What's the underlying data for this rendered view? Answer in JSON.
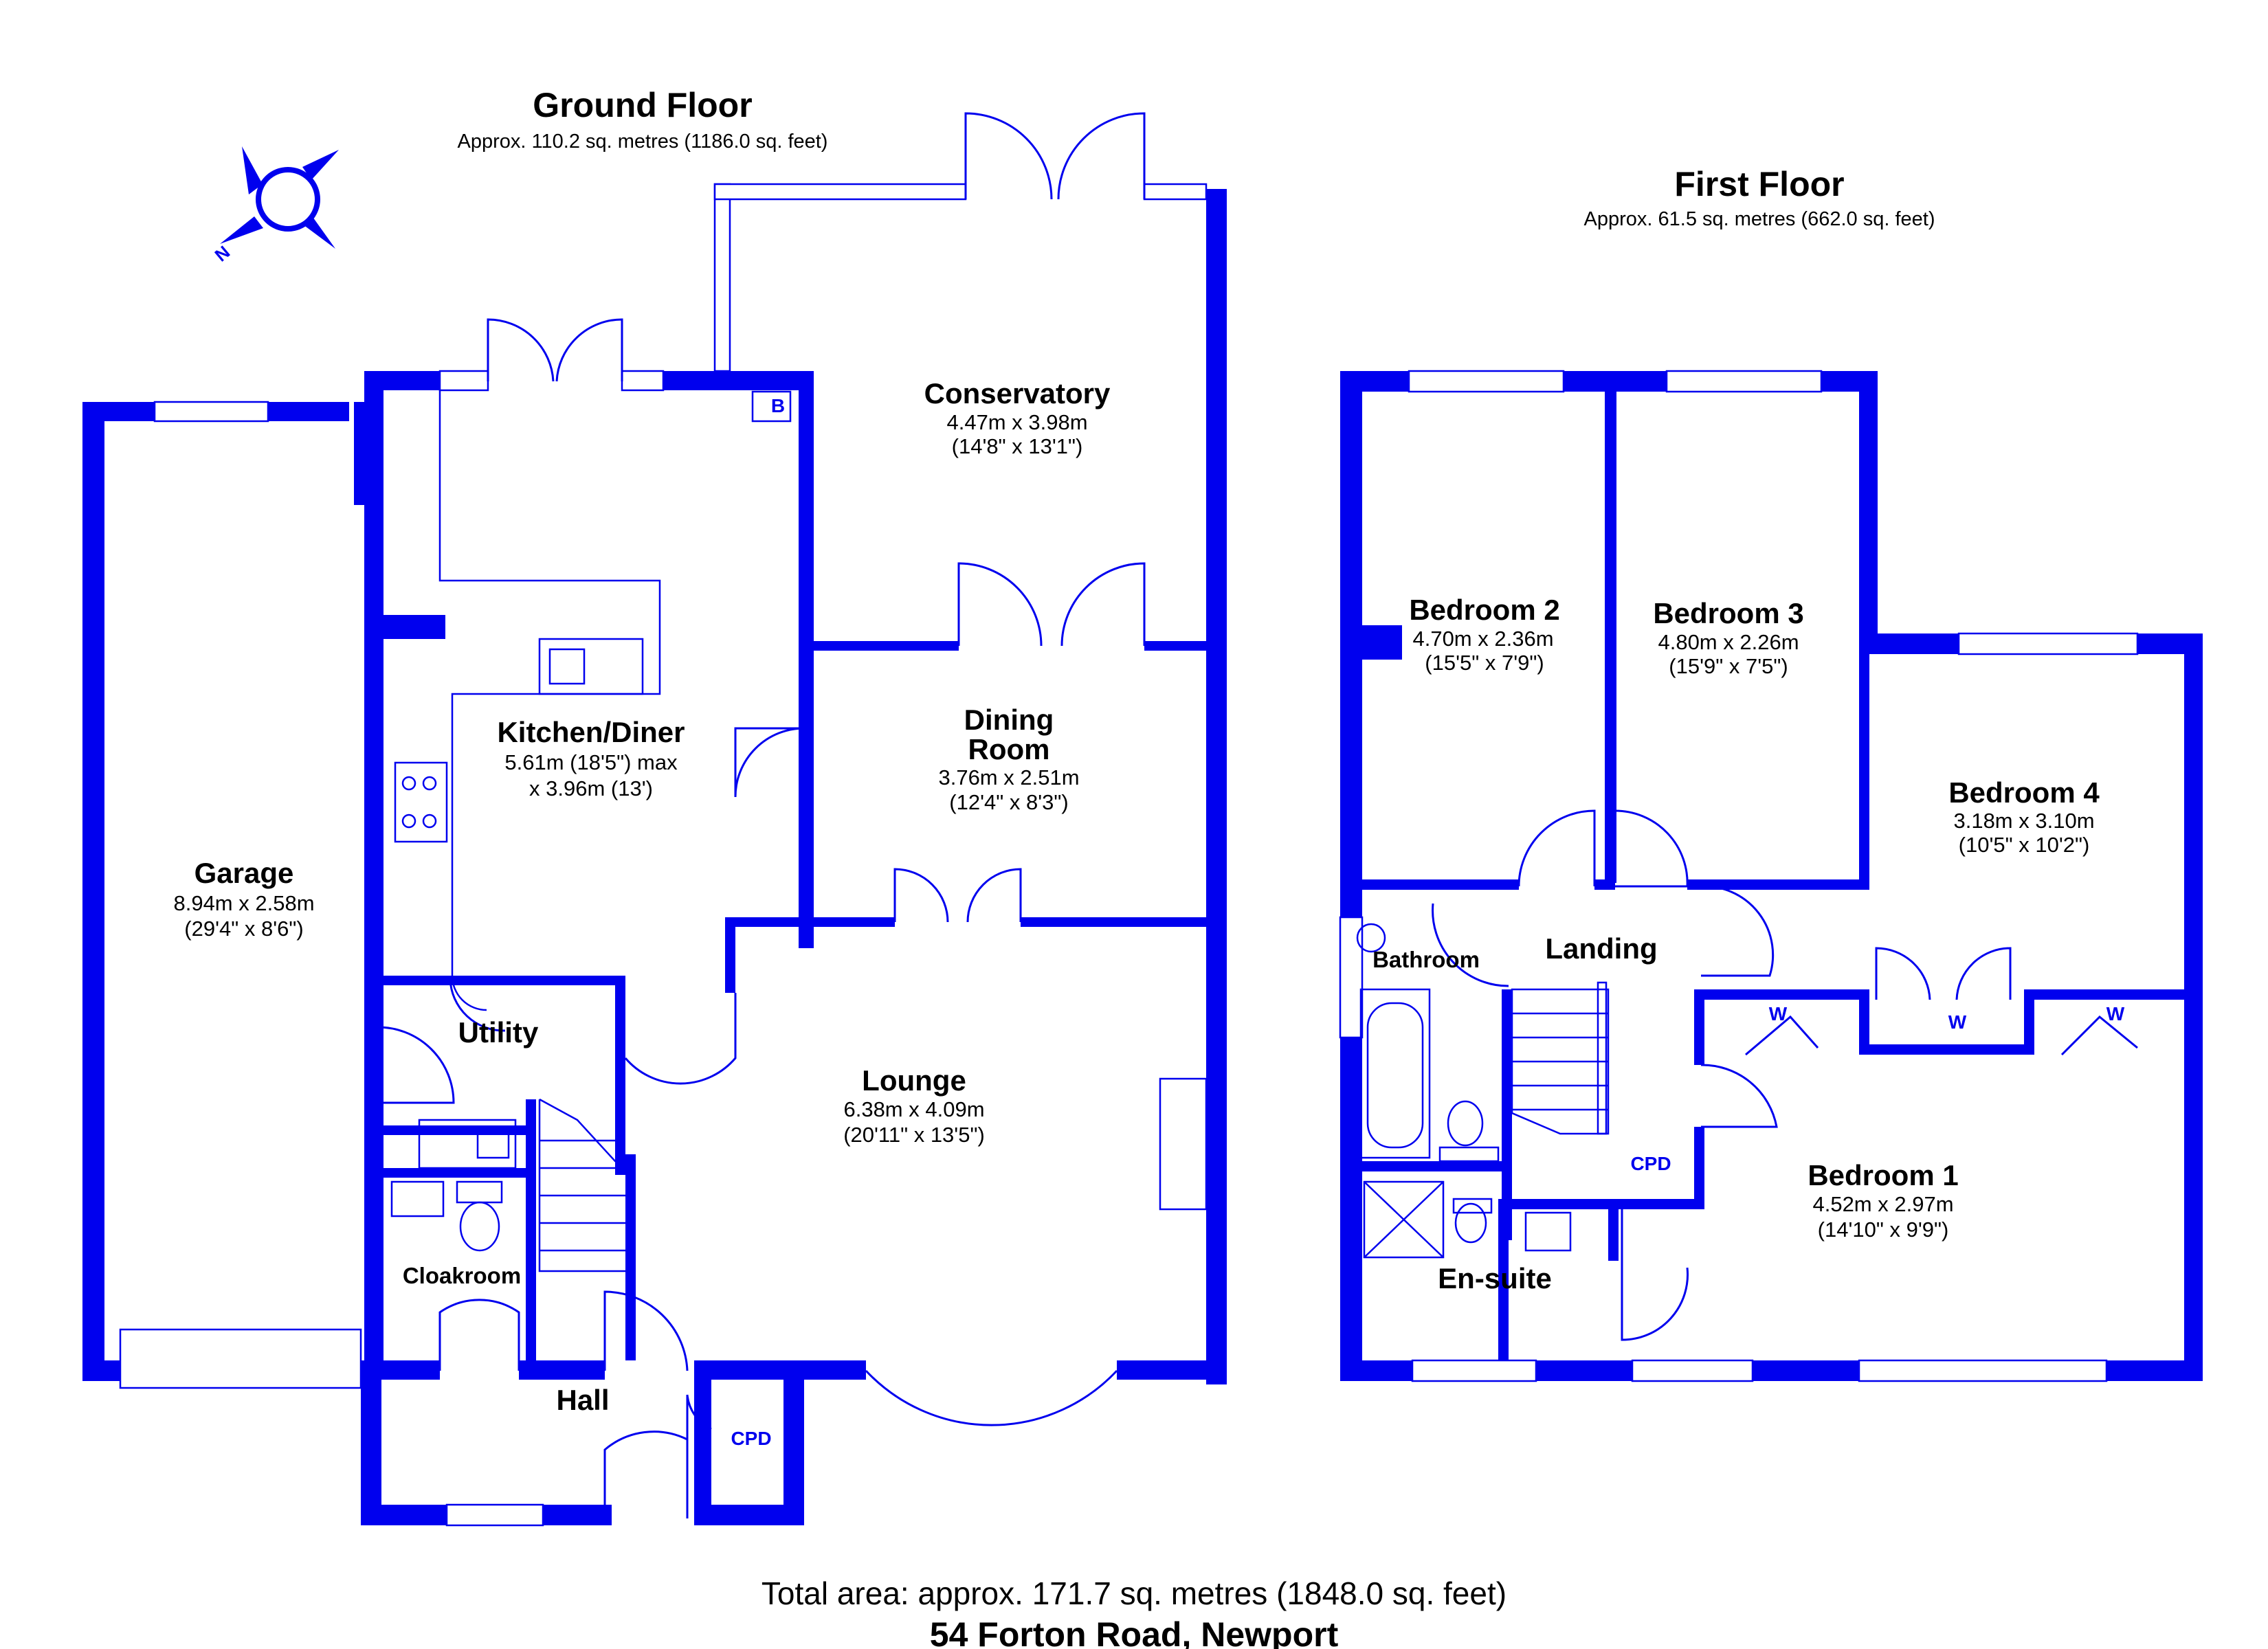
{
  "ground_floor": {
    "title": "Ground Floor",
    "area": "Approx. 110.2 sq. metres (1186.0 sq. feet)",
    "rooms": {
      "conservatory": {
        "name": "Conservatory",
        "dim1": "4.47m x 3.98m",
        "dim2": "(14'8\" x 13'1\")"
      },
      "kitchen": {
        "name": "Kitchen/Diner",
        "dim1": "5.61m (18'5\") max",
        "dim2": "x 3.96m (13')"
      },
      "dining_l1": "Dining",
      "dining_l2": "Room",
      "dining": {
        "dim1": "3.76m x 2.51m",
        "dim2": "(12'4\" x 8'3\")"
      },
      "garage": {
        "name": "Garage",
        "dim1": "8.94m x 2.58m",
        "dim2": "(29'4\" x 8'6\")"
      },
      "utility": {
        "name": "Utility"
      },
      "lounge": {
        "name": "Lounge",
        "dim1": "6.38m x 4.09m",
        "dim2": "(20'11\" x 13'5\")"
      },
      "cloakroom": {
        "name": "Cloakroom"
      },
      "hall": {
        "name": "Hall"
      },
      "cpd": "CPD",
      "boiler": "B"
    }
  },
  "first_floor": {
    "title": "First Floor",
    "area": "Approx. 61.5 sq. metres (662.0 sq. feet)",
    "rooms": {
      "bedroom2": {
        "name": "Bedroom 2",
        "dim1": "4.70m x 2.36m",
        "dim2": "(15'5\" x 7'9\")"
      },
      "bedroom3": {
        "name": "Bedroom 3",
        "dim1": "4.80m x 2.26m",
        "dim2": "(15'9\" x 7'5\")"
      },
      "bedroom4": {
        "name": "Bedroom 4",
        "dim1": "3.18m x 3.10m",
        "dim2": "(10'5\" x 10'2\")"
      },
      "bedroom1": {
        "name": "Bedroom 1",
        "dim1": "4.52m x 2.97m",
        "dim2": "(14'10\" x 9'9\")"
      },
      "bathroom": {
        "name": "Bathroom"
      },
      "landing": {
        "name": "Landing"
      },
      "ensuite": {
        "name": "En-suite"
      },
      "cpd": "CPD",
      "wardrobe": "W"
    }
  },
  "compass_label": "N",
  "total_area": "Total area: approx. 171.7 sq. metres (1848.0 sq. feet)",
  "address": "54 Forton Road, Newport",
  "colors": {
    "wall": "#0000ee",
    "text": "#000000",
    "background": "#ffffff"
  }
}
